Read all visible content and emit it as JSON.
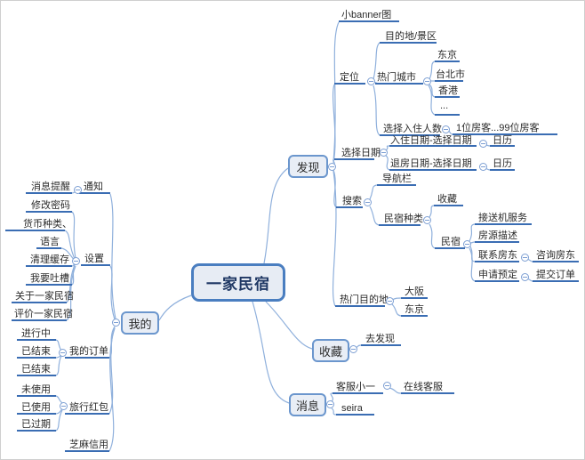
{
  "colors": {
    "underline": "#3a6db3",
    "curve": "#8fb0dc",
    "root_border": "#4a7ec0",
    "branch_border": "#6b96cd",
    "root_text": "#1f3864"
  },
  "map": {
    "root": {
      "label": "一家民宿"
    },
    "branches": [
      {
        "label": "发现",
        "children": [
          {
            "label": "小banner图"
          },
          {
            "label": "定位",
            "children": [
              {
                "label": "目的地/景区"
              },
              {
                "label": "热门城市",
                "children": [
                  {
                    "label": "东京"
                  },
                  {
                    "label": "台北市"
                  },
                  {
                    "label": "香港"
                  },
                  {
                    "label": "..."
                  }
                ]
              },
              {
                "label": "选择入住人数",
                "children": [
                  {
                    "label": "1位房客...99位房客"
                  }
                ]
              }
            ]
          },
          {
            "label": "选择日期",
            "children": [
              {
                "label": "入住日期-选择日期",
                "children": [
                  {
                    "label": "日历"
                  }
                ]
              },
              {
                "label": "退房日期-选择日期",
                "children": [
                  {
                    "label": "日历"
                  }
                ]
              }
            ]
          },
          {
            "label": "搜索",
            "children": [
              {
                "label": "导航栏"
              },
              {
                "label": "民宿种类",
                "children": [
                  {
                    "label": "收藏"
                  },
                  {
                    "label": "民宿",
                    "children": [
                      {
                        "label": "接送机服务"
                      },
                      {
                        "label": "房源描述"
                      },
                      {
                        "label": "联系房东",
                        "children": [
                          {
                            "label": "咨询房东"
                          }
                        ]
                      },
                      {
                        "label": "申请预定",
                        "children": [
                          {
                            "label": "提交订单"
                          }
                        ]
                      }
                    ]
                  }
                ]
              }
            ]
          },
          {
            "label": "热门目的地",
            "children": [
              {
                "label": "大阪"
              },
              {
                "label": "东京"
              }
            ]
          }
        ]
      },
      {
        "label": "收藏",
        "children": [
          {
            "label": "去发现"
          }
        ]
      },
      {
        "label": "消息",
        "children": [
          {
            "label": "客服小一",
            "children": [
              {
                "label": "在线客服"
              }
            ]
          },
          {
            "label": "seira"
          }
        ]
      },
      {
        "label": "我的",
        "children": [
          {
            "label": "通知",
            "children": [
              {
                "label": "消息提醒"
              }
            ]
          },
          {
            "label": "设置",
            "children": [
              {
                "label": "修改密码"
              },
              {
                "label": "货币种类、"
              },
              {
                "label": "语言"
              },
              {
                "label": "清理缓存"
              },
              {
                "label": "我要吐槽"
              },
              {
                "label": "关于一家民宿"
              },
              {
                "label": "评价一家民宿"
              }
            ]
          },
          {
            "label": "我的订单",
            "children": [
              {
                "label": "进行中"
              },
              {
                "label": "已结束"
              },
              {
                "label": "已结束"
              }
            ]
          },
          {
            "label": "旅行红包",
            "children": [
              {
                "label": "未使用"
              },
              {
                "label": "已使用"
              },
              {
                "label": "已过期"
              }
            ]
          },
          {
            "label": "芝麻信用"
          }
        ]
      }
    ]
  }
}
